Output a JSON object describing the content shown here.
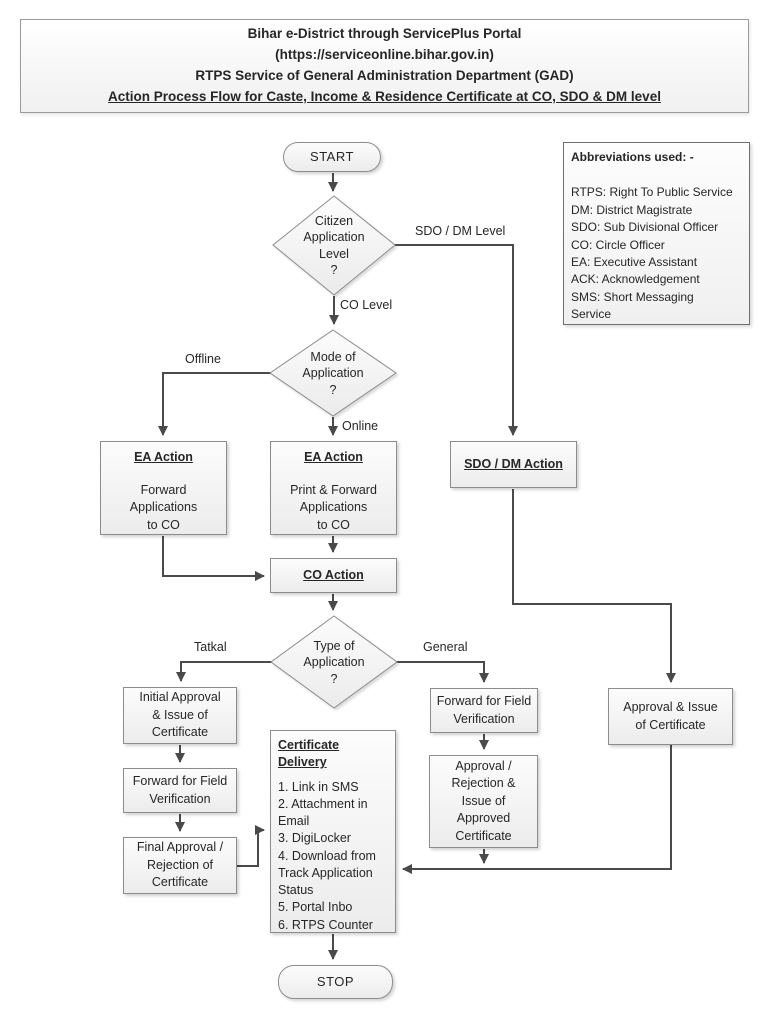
{
  "colors": {
    "connector": "#4a4a4a",
    "node_border": "#8c8c8c",
    "node_fill_top": "#fcfcfc",
    "node_fill_bottom": "#ececec",
    "text": "#262626"
  },
  "title_box": {
    "line1": "Bihar e-District through ServicePlus Portal",
    "line2": "(https://serviceonline.bihar.gov.in)",
    "line3": "RTPS Service of General Administration Department (GAD)",
    "line4": "Action Process Flow for Caste, Income & Residence Certificate at CO, SDO & DM level"
  },
  "abbreviations": {
    "heading": "Abbreviations used: -",
    "items": [
      "RTPS: Right To Public Service",
      "DM: District Magistrate",
      "SDO: Sub Divisional Officer",
      "CO: Circle Officer",
      "EA: Executive Assistant",
      "ACK: Acknowledgement",
      "SMS: Short Messaging\nService"
    ]
  },
  "nodes": {
    "start": "START",
    "citizen_level": "Citizen\nApplication\nLevel\n?",
    "mode_of_application": "Mode of\nApplication\n?",
    "ea_action_offline": {
      "title": "EA Action",
      "body": "Forward\nApplications\nto CO"
    },
    "ea_action_online": {
      "title": "EA Action",
      "body": "Print & Forward\nApplications\nto CO"
    },
    "sdo_dm_action": {
      "title": "SDO / DM Action"
    },
    "co_action": {
      "title": "CO Action"
    },
    "type_of_application": "Type of\nApplication\n?",
    "initial_approval": "Initial Approval\n& Issue of\nCertificate",
    "forward_field_tatkal": "Forward for Field\nVerification",
    "final_approval": "Final Approval /\nRejection of\nCertificate",
    "forward_field_general": "Forward for Field\nVerification",
    "approval_rejection": "Approval /\nRejection &\nIssue of\nApproved\nCertificate",
    "approval_issue": "Approval & Issue\nof Certificate",
    "certificate_delivery": {
      "title": "Certificate Delivery",
      "items": [
        "1. Link in SMS",
        "2. Attachment in Email",
        "3.  DigiLocker",
        "4. Download from Track Application Status",
        "5. Portal Inbo",
        "6. RTPS Counter"
      ]
    },
    "stop": "STOP"
  },
  "edge_labels": {
    "sdo_dm_level": "SDO / DM Level",
    "co_level": "CO Level",
    "offline": "Offline",
    "online": "Online",
    "tatkal": "Tatkal",
    "general": "General"
  }
}
